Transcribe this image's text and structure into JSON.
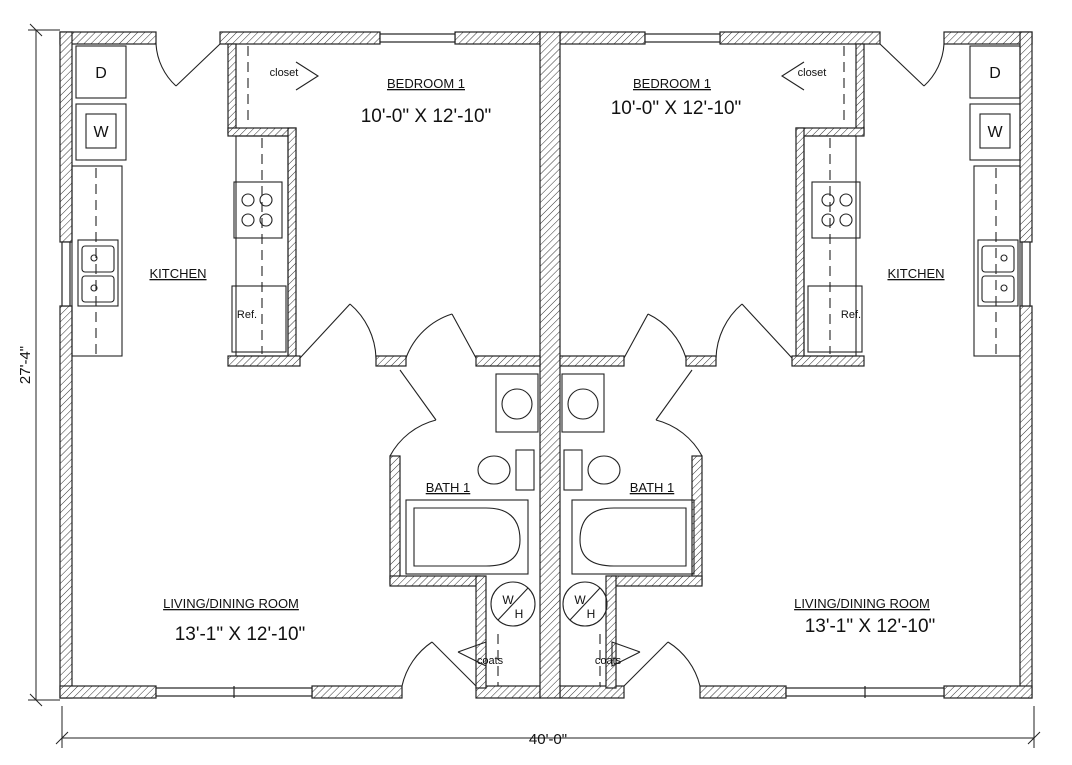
{
  "dimensions": {
    "height": "27'-4\"",
    "width": "40'-0\""
  },
  "units": [
    {
      "bedroom": {
        "name": "BEDROOM 1",
        "size": "10'-0\" X 12'-10\""
      },
      "kitchen": "KITCHEN",
      "bath": "BATH 1",
      "living": {
        "name": "LIVING/DINING ROOM",
        "size": "13'-1\" X 12'-10\""
      },
      "closet": "closet",
      "coats": "coats",
      "ref": "Ref.",
      "dryer": "D",
      "washer": "W",
      "water_heater": [
        "W",
        "H"
      ]
    },
    {
      "bedroom": {
        "name": "BEDROOM 1",
        "size": "10'-0\" X 12'-10\""
      },
      "kitchen": "KITCHEN",
      "bath": "BATH 1",
      "living": {
        "name": "LIVING/DINING ROOM",
        "size": "13'-1\" X 12'-10\""
      },
      "closet": "closet",
      "coats": "coats",
      "ref": "Ref.",
      "dryer": "D",
      "washer": "W",
      "water_heater": [
        "W",
        "H"
      ]
    }
  ]
}
